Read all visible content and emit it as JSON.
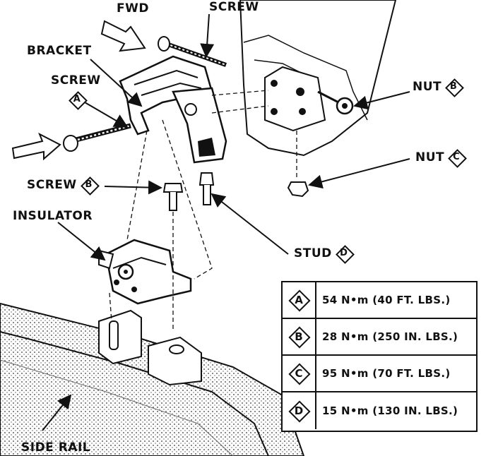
{
  "labels": {
    "fwd": "FWD",
    "screw_top": "SCREW",
    "bracket": "BRACKET",
    "screw_a": "SCREW",
    "screw_a_key": "A",
    "nut_b": "NUT",
    "nut_b_key": "B",
    "nut_c": "NUT",
    "nut_c_key": "C",
    "screw_b": "SCREW",
    "screw_b_key": "B",
    "insulator": "INSULATOR",
    "stud_d": "STUD",
    "stud_d_key": "D",
    "side_rail": "SIDE RAIL"
  },
  "torque_table": [
    {
      "key": "A",
      "value": "54 N•m (40 FT. LBS.)"
    },
    {
      "key": "B",
      "value": "28 N•m (250 IN. LBS.)"
    },
    {
      "key": "C",
      "value": "95 N•m (70 FT. LBS.)"
    },
    {
      "key": "D",
      "value": "15 N•m (130 IN. LBS.)"
    }
  ],
  "colors": {
    "ink": "#111111",
    "paper": "#ffffff"
  }
}
